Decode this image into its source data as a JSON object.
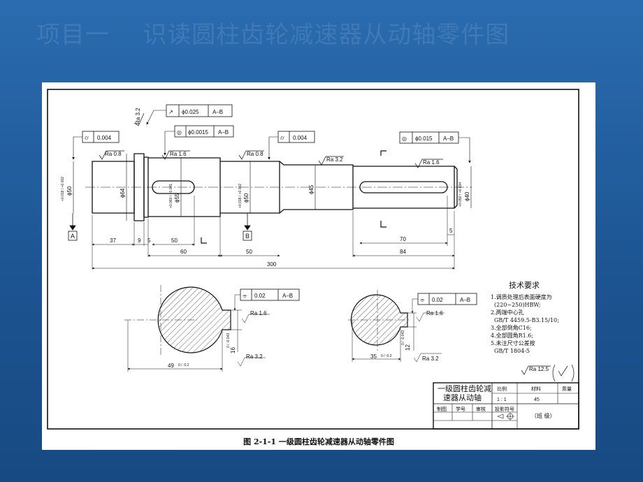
{
  "slide": {
    "title": "项目一    识读圆柱齿轮减速器从动轴零件图"
  },
  "drawing": {
    "caption": "图 2-1-1    一级圆柱齿轮减速器从动轴零件图",
    "tolerance_frames": [
      {
        "symbol": "↗",
        "value": "ϕ0.025",
        "datum": "A–B"
      },
      {
        "symbol": "⌭",
        "value": "0.004",
        "datum": ""
      },
      {
        "symbol": "◎",
        "value": "ϕ0.0015",
        "datum": "A–B"
      },
      {
        "symbol": "⌭",
        "value": "0.004",
        "datum": ""
      },
      {
        "symbol": "◎",
        "value": "ϕ0.015",
        "datum": "A–B"
      },
      {
        "symbol": "⌯",
        "value": "0.02",
        "datum": "A–B"
      },
      {
        "symbol": "⌯",
        "value": "0.02",
        "datum": "A–B"
      }
    ],
    "roughness": {
      "ra32_vertical": "Ra 3.2",
      "ra08_left": "Ra 0.8",
      "ra16_a": "Ra 1.6",
      "ra08_right": "Ra 0.8",
      "ra32_mid": "Ra 3.2",
      "ra16_b": "Ra 1.6",
      "sec1_ra16": "Ra 1.6",
      "sec1_ra32": "Ra 3.2",
      "sec2_ra16": "Ra 1.6",
      "sec2_ra32": "Ra 3.2",
      "general": "Ra 12.5"
    },
    "diameters": {
      "d50_left": "ϕ50",
      "d50_left_tol": "+0.018 / +0.002",
      "d64": "ϕ64",
      "d55": "ϕ55",
      "d55_tol": "+0.060 / +0.041",
      "d50_right": "ϕ50",
      "d50_right_tol": "+0.018 / +0.002",
      "d45": "ϕ45",
      "d40": "ϕ40",
      "d40_tol": "+0.050 / +0.034"
    },
    "datums": {
      "a": "A",
      "b": "B"
    },
    "dimensions": {
      "d37": "37",
      "d9": "9",
      "d5a": "5",
      "d50a": "50",
      "d60": "60",
      "d50b": "50",
      "d84": "84",
      "d300": "300",
      "d70": "70",
      "d5b": "5"
    },
    "section_dims": {
      "s1_width": "49",
      "s1_width_tol": "0 / -0.2",
      "s1_key": "16",
      "s1_key_tol": "0 / -0.043",
      "s2_width": "35",
      "s2_width_tol": "0 / -0.2",
      "s2_key": "12",
      "s2_key_tol": "0 / -0.043"
    },
    "tech_requirements": {
      "heading": "技术要求",
      "lines": [
        "1.调质处理后表面硬度为",
        "(220~250)HBW;",
        "2.两端中心孔",
        "GB/T 4459.5-B3.15/10;",
        "3.全部倒角C16;",
        "4.全部圆角R1.6;",
        "5.未注尺寸公差按",
        "GB/T 1804-5"
      ]
    },
    "title_block": {
      "part_name_line1": "一级圆柱齿轮减",
      "part_name_line2": "速器从动轴",
      "col_scale": "比例",
      "col_material": "材料",
      "col_mass": "质量",
      "scale_value": "1 : 1",
      "material_value": "45",
      "row_drawn": "制图",
      "row_student_no": "学号",
      "row_checked": "审核",
      "row_projection": "投影符号",
      "class_label": "（班  级）"
    }
  }
}
